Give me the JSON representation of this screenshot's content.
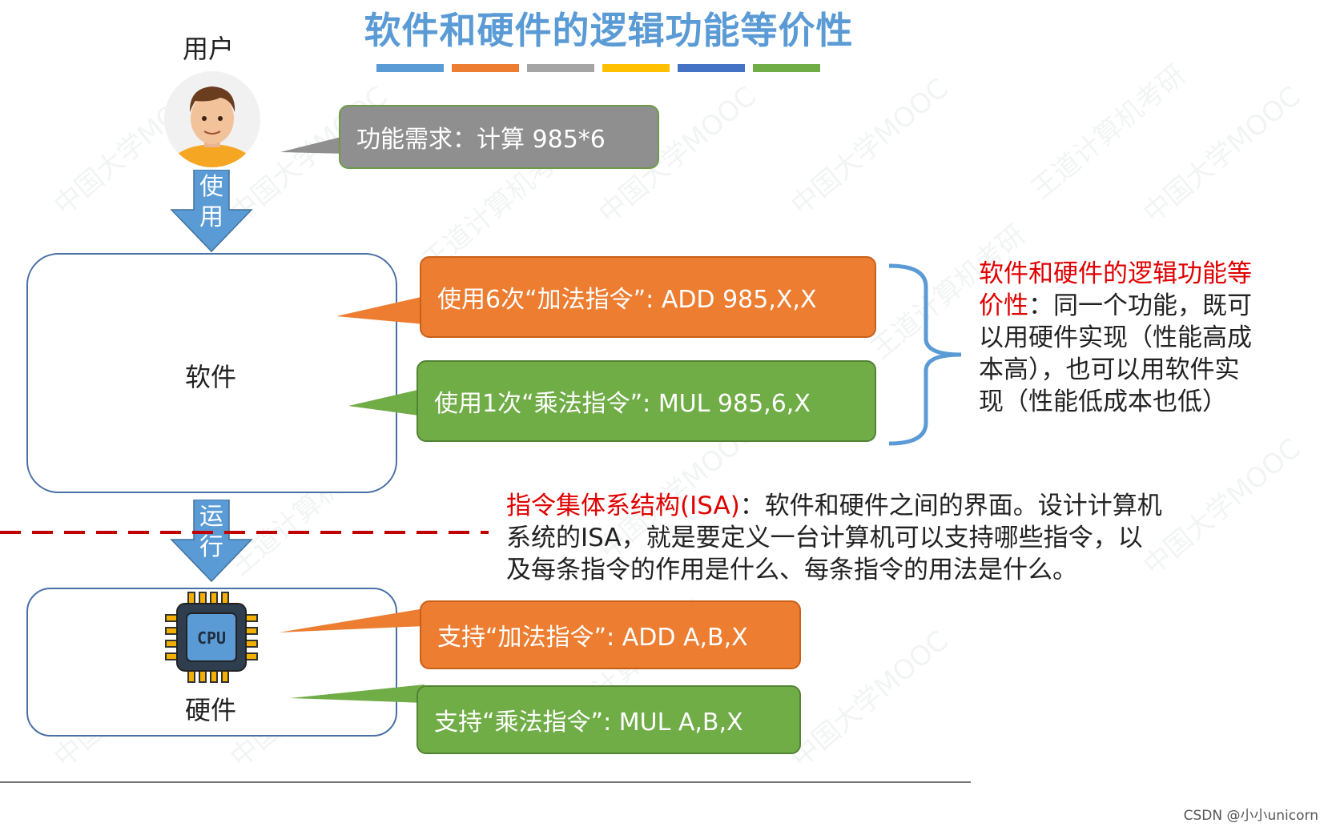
{
  "title": "软件和硬件的逻辑功能等价性",
  "color_bar": [
    "#5b9bd5",
    "#ed7d31",
    "#a5a5a5",
    "#ffc000",
    "#4472c4",
    "#70ad47"
  ],
  "user": {
    "label": "用户",
    "avatar_icon": "user-avatar-icon"
  },
  "arrow_use": {
    "label_1": "使",
    "label_2": "用"
  },
  "arrow_run": {
    "label_1": "运",
    "label_2": "行"
  },
  "request_bubble": "功能需求：计算 985*6",
  "software": {
    "label": "软件",
    "bubbles": [
      {
        "text": "使用6次“加法指令”: ADD 985,X,X",
        "color": "#ed7d31"
      },
      {
        "text": "使用1次“乘法指令”: MUL 985,6,X",
        "color": "#70ad47"
      }
    ]
  },
  "hardware": {
    "label": "硬件",
    "chip_icon": "cpu-chip-icon",
    "chip_text": "CPU",
    "bubbles": [
      {
        "text": "支持“加法指令”: ADD A,B,X",
        "color": "#ed7d31"
      },
      {
        "text": "支持“乘法指令”: MUL A,B,X",
        "color": "#70ad47"
      }
    ]
  },
  "equivalence_note": {
    "highlight_1": "软件和硬件的逻辑功能等",
    "highlight_2": "价性",
    "rest_1": "：同一个功能，既可",
    "line_3": "以用硬件实现（性能高成",
    "line_4": "本高），也可以用软件实",
    "line_5": "现（性能低成本也低）"
  },
  "isa_note": {
    "highlight": "指令集体系结构(ISA)",
    "rest_1": "：软件和硬件之间的界面。设计计算机",
    "line_2": "系统的ISA，就是要定义一台计算机可以支持哪些指令，以",
    "line_3": "及每条指令的作用是什么、每条指令的用法是什么。"
  },
  "watermark": {
    "text_1": "中国大学MOOC",
    "text_2": "王道计算机考研"
  },
  "footer": "CSDN @小小unicorn"
}
